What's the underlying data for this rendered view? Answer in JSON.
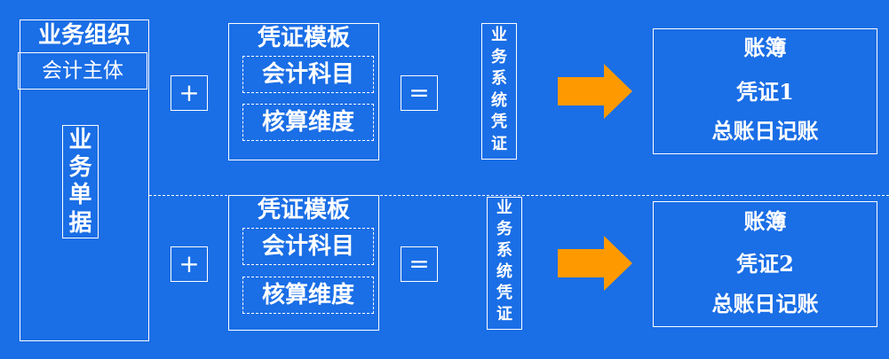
{
  "org": {
    "title": "业务组织",
    "entity": "会计主体",
    "document": "业务单据"
  },
  "operators": {
    "plus": "+",
    "equals": "="
  },
  "rows": [
    {
      "template_title": "凭证模板",
      "subject": "会计科目",
      "dimension": "核算维度",
      "business_voucher": "业务系统凭证",
      "ledger": {
        "book": "账簿",
        "voucher": "凭证1",
        "journal": "总账日记账"
      }
    },
    {
      "template_title": "凭证模板",
      "subject": "会计科目",
      "dimension": "核算维度",
      "business_voucher": "业务系统凭证",
      "ledger": {
        "book": "账簿",
        "voucher": "凭证2",
        "journal": "总账日记账"
      }
    }
  ],
  "colors": {
    "background": "#1a6ee6",
    "arrow": "#ff9900",
    "stroke": "#ffffff"
  }
}
